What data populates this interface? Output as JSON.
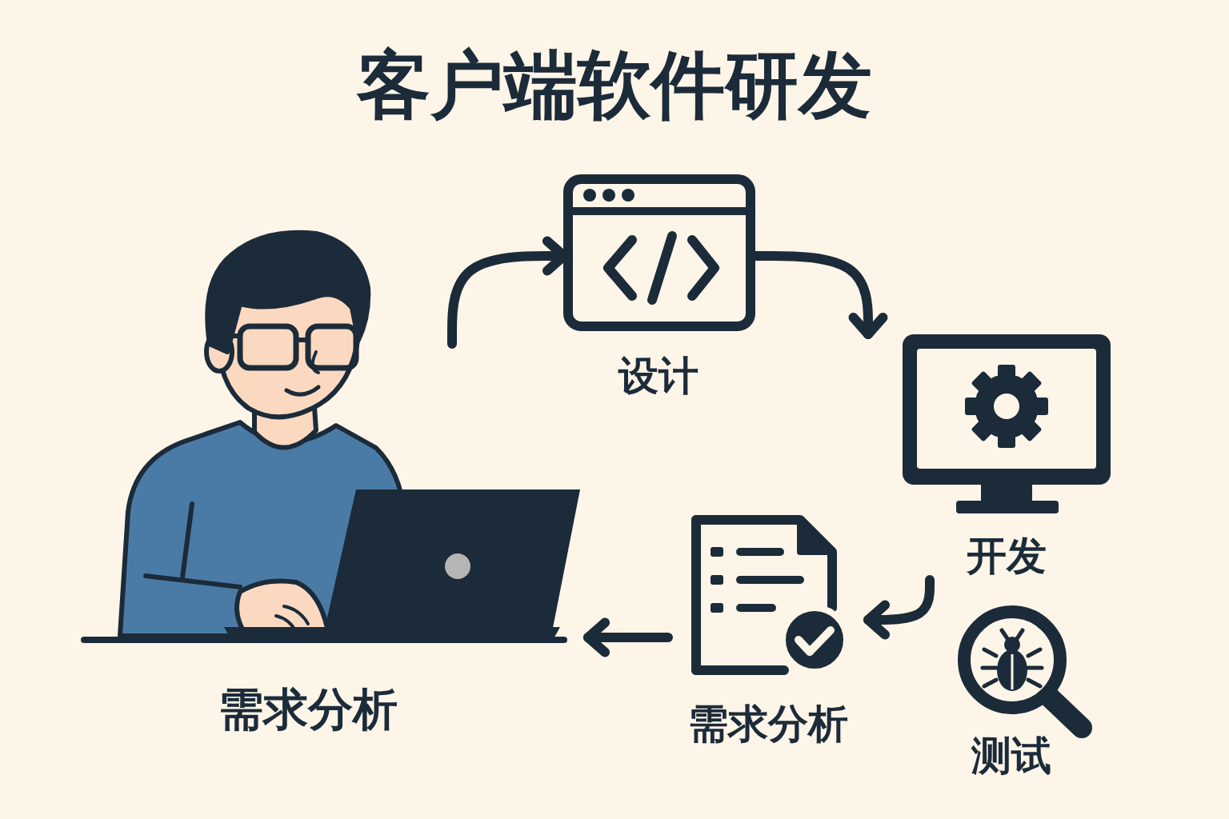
{
  "diagram": {
    "title": "客户端软件研发",
    "nodes": [
      {
        "text": [
          "需求分析"
        ]
      },
      {
        "text": [
          "设计"
        ]
      },
      {
        "text": [
          "开发"
        ]
      },
      {
        "text": [
          "需求分析"
        ]
      },
      {
        "text": [
          "测试"
        ]
      }
    ],
    "edges": [
      {
        "from": 0,
        "to": 1,
        "arrow": "to"
      },
      {
        "from": 1,
        "to": 2,
        "arrow": "to"
      },
      {
        "from": 2,
        "to": 3,
        "arrow": "to"
      },
      {
        "from": 3,
        "to": 0,
        "arrow": "to"
      }
    ]
  }
}
